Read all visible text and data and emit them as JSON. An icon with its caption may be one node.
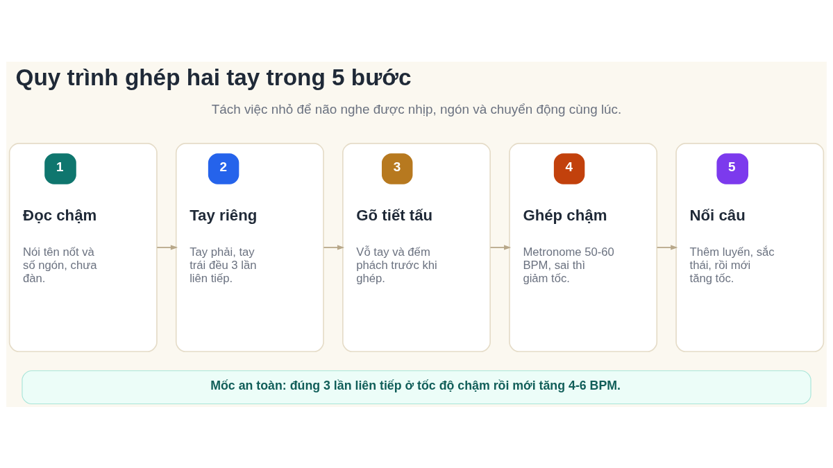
{
  "diagram": {
    "title": "Quy trình ghép hai tay trong 5 bước",
    "nodes": [
      {
        "text": [
          "1",
          "Đọc chậm",
          "Nói tên nốt và số ngón, chưa đàn."
        ]
      },
      {
        "text": [
          "2",
          "Tay riêng",
          "Tay phải, tay trái đều 3 lần liên tiếp."
        ]
      },
      {
        "text": [
          "3",
          "Gõ tiết tấu",
          "Vỗ tay và đếm phách trước khi ghép."
        ]
      },
      {
        "text": [
          "4",
          "Ghép chậm",
          "Metronome 50-60 BPM, sai thì giảm tốc."
        ]
      },
      {
        "text": [
          "5",
          "Nối câu",
          "Thêm luyến, sắc thái, rồi mới tăng tốc."
        ]
      },
      {
        "text": [
          "Mốc an toàn: đúng 3 lần liên tiếp ở tốc độ chậm rồi mới tăng 4-6 BPM."
        ]
      }
    ],
    "edges": [
      {
        "from": 0,
        "to": 1,
        "arrow": "to"
      },
      {
        "from": 1,
        "to": 2,
        "arrow": "to"
      },
      {
        "from": 2,
        "to": 3,
        "arrow": "to"
      },
      {
        "from": 3,
        "to": 4,
        "arrow": "to"
      }
    ],
    "labels": [
      "Tách việc nhỏ để não nghe được nhịp, ngón và chuyển động cùng lúc."
    ]
  }
}
